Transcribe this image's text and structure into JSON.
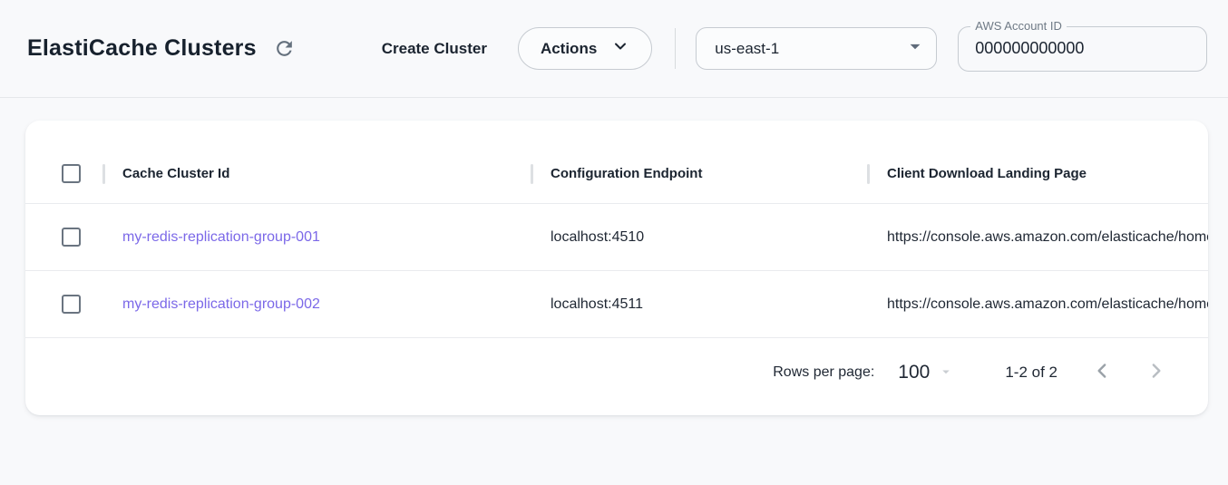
{
  "header": {
    "title": "ElastiCache Clusters",
    "create_cluster_label": "Create Cluster",
    "actions_label": "Actions",
    "region_selected": "us-east-1",
    "account_id_label": "AWS Account ID",
    "account_id_value": "000000000000"
  },
  "table": {
    "columns": [
      "Cache Cluster Id",
      "Configuration Endpoint",
      "Client Download Landing Page"
    ],
    "rows": [
      {
        "cache_cluster_id": "my-redis-replication-group-001",
        "configuration_endpoint": "localhost:4510",
        "client_download_landing_page": "https://console.aws.amazon.com/elasticache/home"
      },
      {
        "cache_cluster_id": "my-redis-replication-group-002",
        "configuration_endpoint": "localhost:4511",
        "client_download_landing_page": "https://console.aws.amazon.com/elasticache/home"
      }
    ]
  },
  "pagination": {
    "rows_per_page_label": "Rows per page:",
    "rows_per_page_value": "100",
    "range_label": "1-2 of 2"
  },
  "icons": {
    "refresh": "refresh-icon",
    "chevron_down": "chevron-down-icon",
    "dropdown_caret": "arrow-drop-down-icon",
    "chevron_left": "chevron-left-icon",
    "chevron_right": "chevron-right-icon"
  },
  "colors": {
    "link_purple": "#7b68e8",
    "text_dark": "#1b2430",
    "page_background": "#f8f9fb",
    "card_background": "#ffffff",
    "icon_gray": "#64707d"
  }
}
